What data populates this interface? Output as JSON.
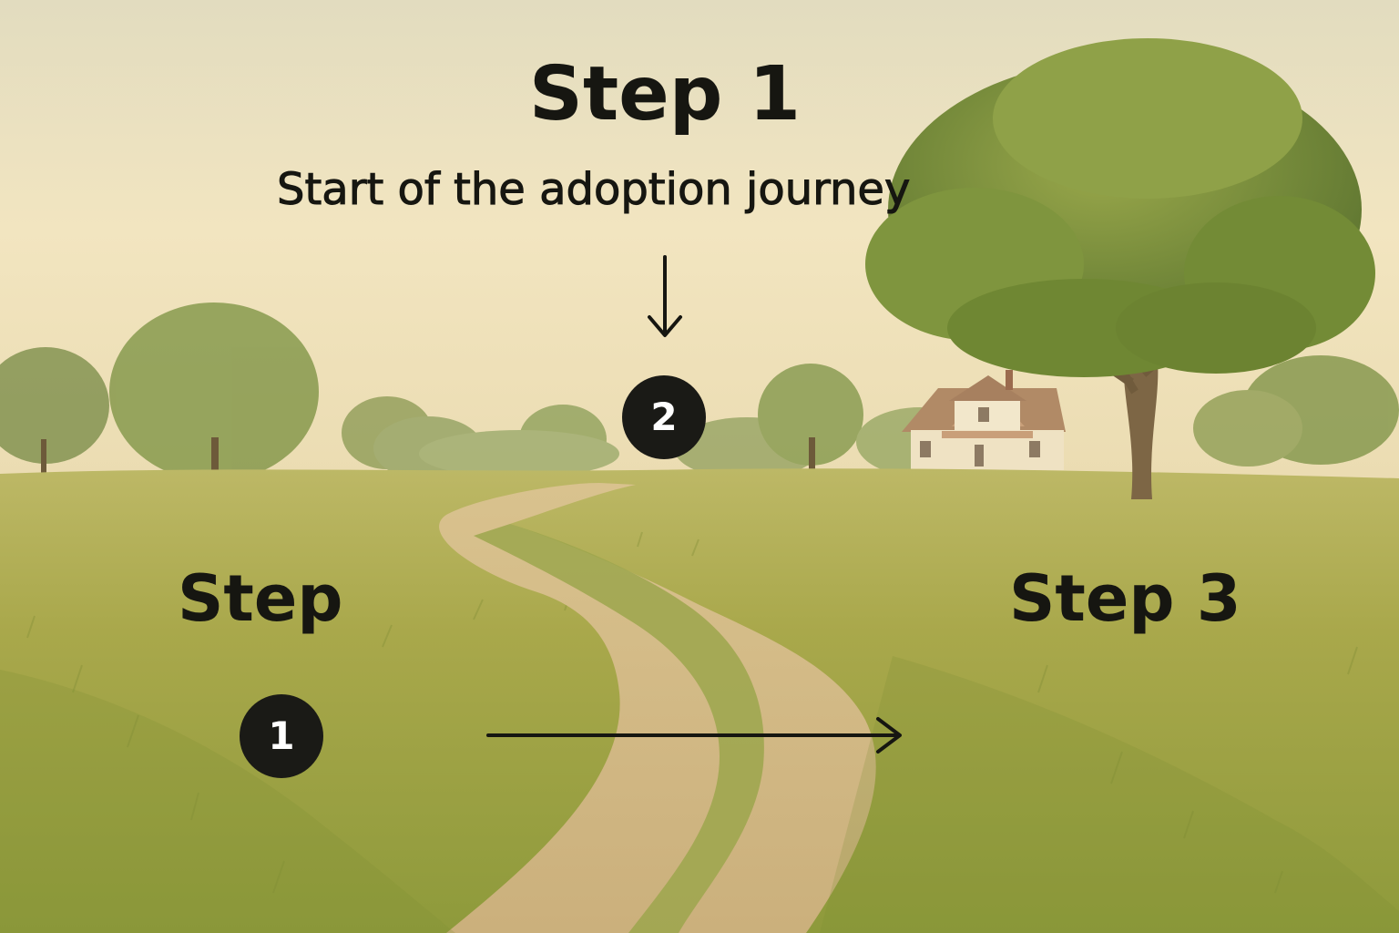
{
  "scene": {
    "description_colors": {
      "sky_top": "#e9e0bd",
      "sky_low": "#f2e6c3",
      "grass": "#a8a74b",
      "path": "#d7bb87",
      "tree": "#708c37"
    }
  },
  "annotations": {
    "top_title": "Step 1",
    "top_subtitle": "Start of the adoption journey",
    "left_title": "Step",
    "right_title": "Step 3",
    "badge_top": "2",
    "badge_left": "1"
  },
  "icons": {
    "down_arrow": "arrow-down-icon",
    "right_arrow": "arrow-right-icon"
  }
}
